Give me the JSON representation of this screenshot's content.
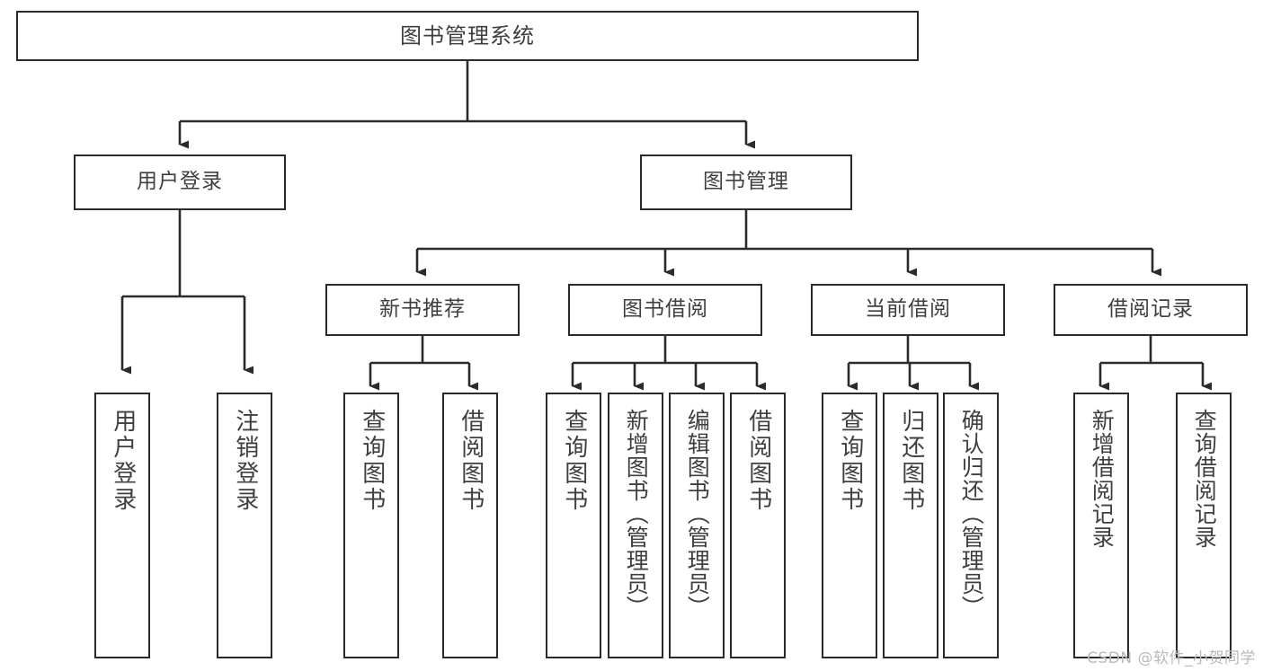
{
  "diagram": {
    "type": "tree-hierarchy-chart",
    "title": "图书管理系统",
    "background": "#ffffff",
    "line_color": "#2b2b2b",
    "text_color": "#3f3f3f",
    "root": {
      "label": "图书管理系统"
    },
    "level2": [
      {
        "label": "用户登录"
      },
      {
        "label": "图书管理"
      }
    ],
    "level3": [
      {
        "label": "新书推荐"
      },
      {
        "label": "图书借阅"
      },
      {
        "label": "当前借阅"
      },
      {
        "label": "借阅记录"
      }
    ],
    "leaves": {
      "user_login": [
        {
          "label": "用户登录"
        },
        {
          "label": "注销登录"
        }
      ],
      "new_book_recommend": [
        {
          "label": "查询图书"
        },
        {
          "label": "借阅图书"
        }
      ],
      "book_borrow": [
        {
          "label": "查询图书"
        },
        {
          "label": "新增图书（管理员）"
        },
        {
          "label": "编辑图书（管理员）"
        },
        {
          "label": "借阅图书"
        }
      ],
      "current_borrow": [
        {
          "label": "查询图书"
        },
        {
          "label": "归还图书"
        },
        {
          "label": "确认归还（管理员）"
        }
      ],
      "borrow_record": [
        {
          "label": "新增借阅记录"
        },
        {
          "label": "查询借阅记录"
        }
      ]
    }
  },
  "watermark": {
    "text": "CSDN @软件_小贺同学"
  }
}
